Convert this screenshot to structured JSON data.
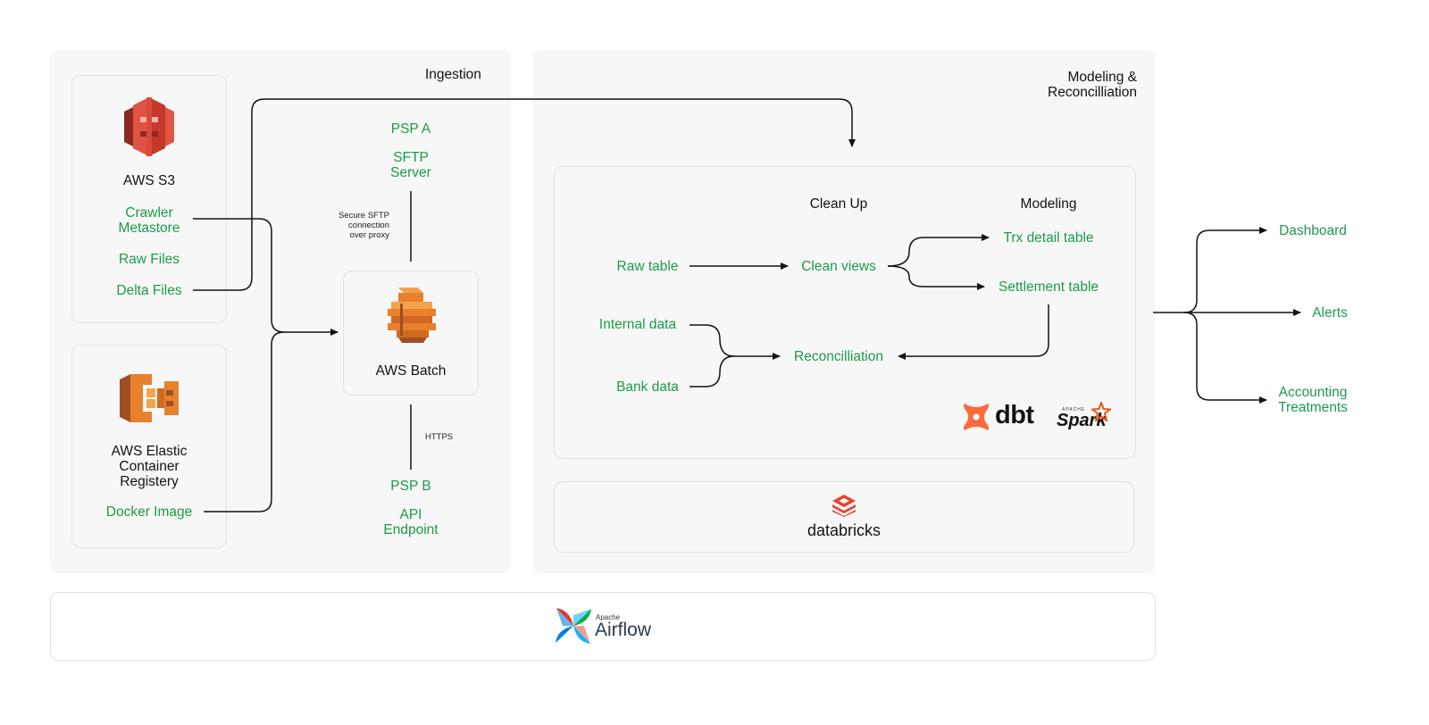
{
  "ingestion": {
    "title": "Ingestion",
    "s3": {
      "name": "AWS S3",
      "items": [
        "Crawler Metastore",
        "Raw Files",
        "Delta Files"
      ]
    },
    "ecr": {
      "name": "AWS Elastic Container Registery",
      "item": "Docker Image"
    },
    "psp_a": {
      "name": "PSP A",
      "server": "SFTP Server",
      "connection_note": "Secure SFTP connection over proxy"
    },
    "batch": {
      "name": "AWS Batch"
    },
    "psp_b": {
      "name": "PSP B",
      "endpoint": "API Endpoint",
      "protocol": "HTTPS"
    }
  },
  "modeling": {
    "title": "Modeling & Reconcilliation",
    "col_cleanup": "Clean Up",
    "col_modeling": "Modeling",
    "raw_table": "Raw table",
    "clean_views": "Clean views",
    "trx_table": "Trx detail table",
    "settlement_table": "Settlement table",
    "internal_data": "Internal data",
    "bank_data": "Bank data",
    "reconcilliation": "Reconcilliation",
    "tools": {
      "dbt": "dbt",
      "spark_small": "APACHE",
      "spark": "Spark"
    },
    "platform": "databricks"
  },
  "outputs": [
    "Dashboard",
    "Alerts",
    "Accounting Treatments"
  ],
  "orchestrator": {
    "small": "Apache",
    "name": "Airflow"
  },
  "colors": {
    "green": "#1d9a4b",
    "panel": "#f6f7f6",
    "aws_orange": "#e8802c",
    "aws_red": "#d13c2c",
    "dbt": "#fc6a3f",
    "databricks": "#e8402e"
  }
}
